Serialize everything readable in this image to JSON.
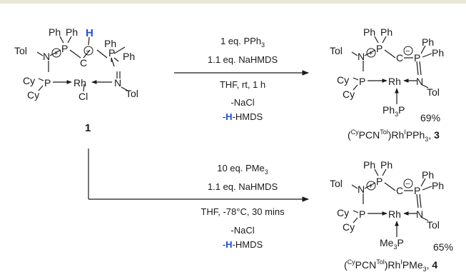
{
  "colors": {
    "band": "#ebe5d8",
    "ink": "#1a1a1a",
    "highlight": "#1f4fd6"
  },
  "reactant": {
    "label": "1",
    "atoms": {
      "ph": "Ph",
      "tol": "Tol",
      "cy": "Cy",
      "n": "N",
      "p": "P",
      "c": "C",
      "h": "H",
      "rh": "Rh",
      "cl": "Cl",
      "plus": "+",
      "minus": "−"
    }
  },
  "reaction_top": {
    "reagent_1": "1 eq. PPh",
    "reagent_1_sub": "3",
    "reagent_2": "1.1 eq. NaHMDS",
    "conditions": "THF, rt, 1 h",
    "byproduct_1": "-NaCl",
    "byproduct_2_prefix": "-",
    "byproduct_2_h": "H",
    "byproduct_2_suffix": "-HMDS"
  },
  "reaction_bottom": {
    "reagent_1": "10 eq. PMe",
    "reagent_1_sub": "3",
    "reagent_2": "1.1 eq. NaHMDS",
    "conditions": "THF, -78°C, 30 mins",
    "byproduct_1": "-NaCl",
    "byproduct_2_prefix": "-",
    "byproduct_2_h": "H",
    "byproduct_2_suffix": "-HMDS"
  },
  "product_3": {
    "yield": "69%",
    "ligand": "Ph",
    "ligand_sub": "3",
    "name_cy": "Cy",
    "name_mid": "PCN",
    "name_tol": "Tol",
    "name_rh": ")Rh",
    "name_ox": "I",
    "name_pr3": "PPh",
    "name_sub": "3",
    "name_comma": ", ",
    "number": "3"
  },
  "product_4": {
    "yield": "65%",
    "ligand": "Me",
    "ligand_sub": "3",
    "name_cy": "Cy",
    "name_mid": "PCN",
    "name_tol": "Tol",
    "name_rh": ")Rh",
    "name_ox": "I",
    "name_pr3": "PMe",
    "name_sub": "3",
    "name_comma": ", ",
    "number": "4"
  }
}
